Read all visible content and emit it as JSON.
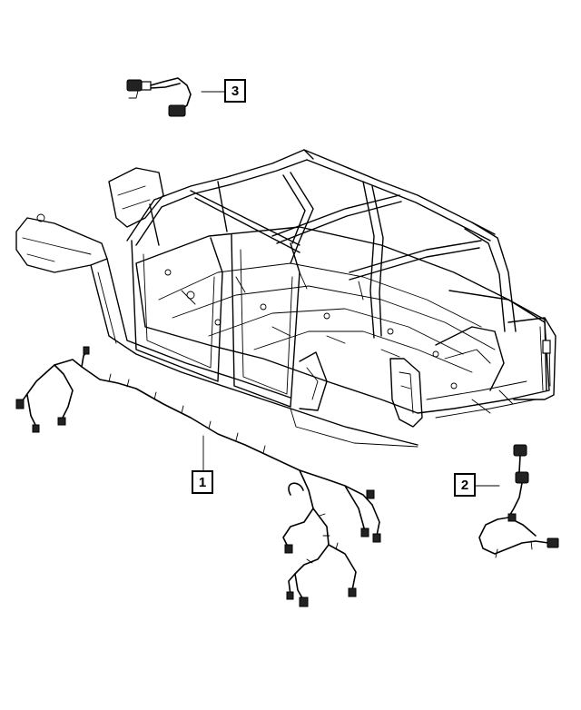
{
  "callouts": [
    {
      "id": "1",
      "label": "1"
    },
    {
      "id": "2",
      "label": "2"
    },
    {
      "id": "3",
      "label": "3"
    }
  ],
  "colors": {
    "line": "#000000",
    "background": "#ffffff"
  },
  "icons": {
    "body": "vehicle-body-shell-drawing",
    "part1": "main-body-wiring-harness-drawing",
    "part2": "rear-harness-with-connectors-drawing",
    "part3": "short-jumper-harness-drawing"
  }
}
